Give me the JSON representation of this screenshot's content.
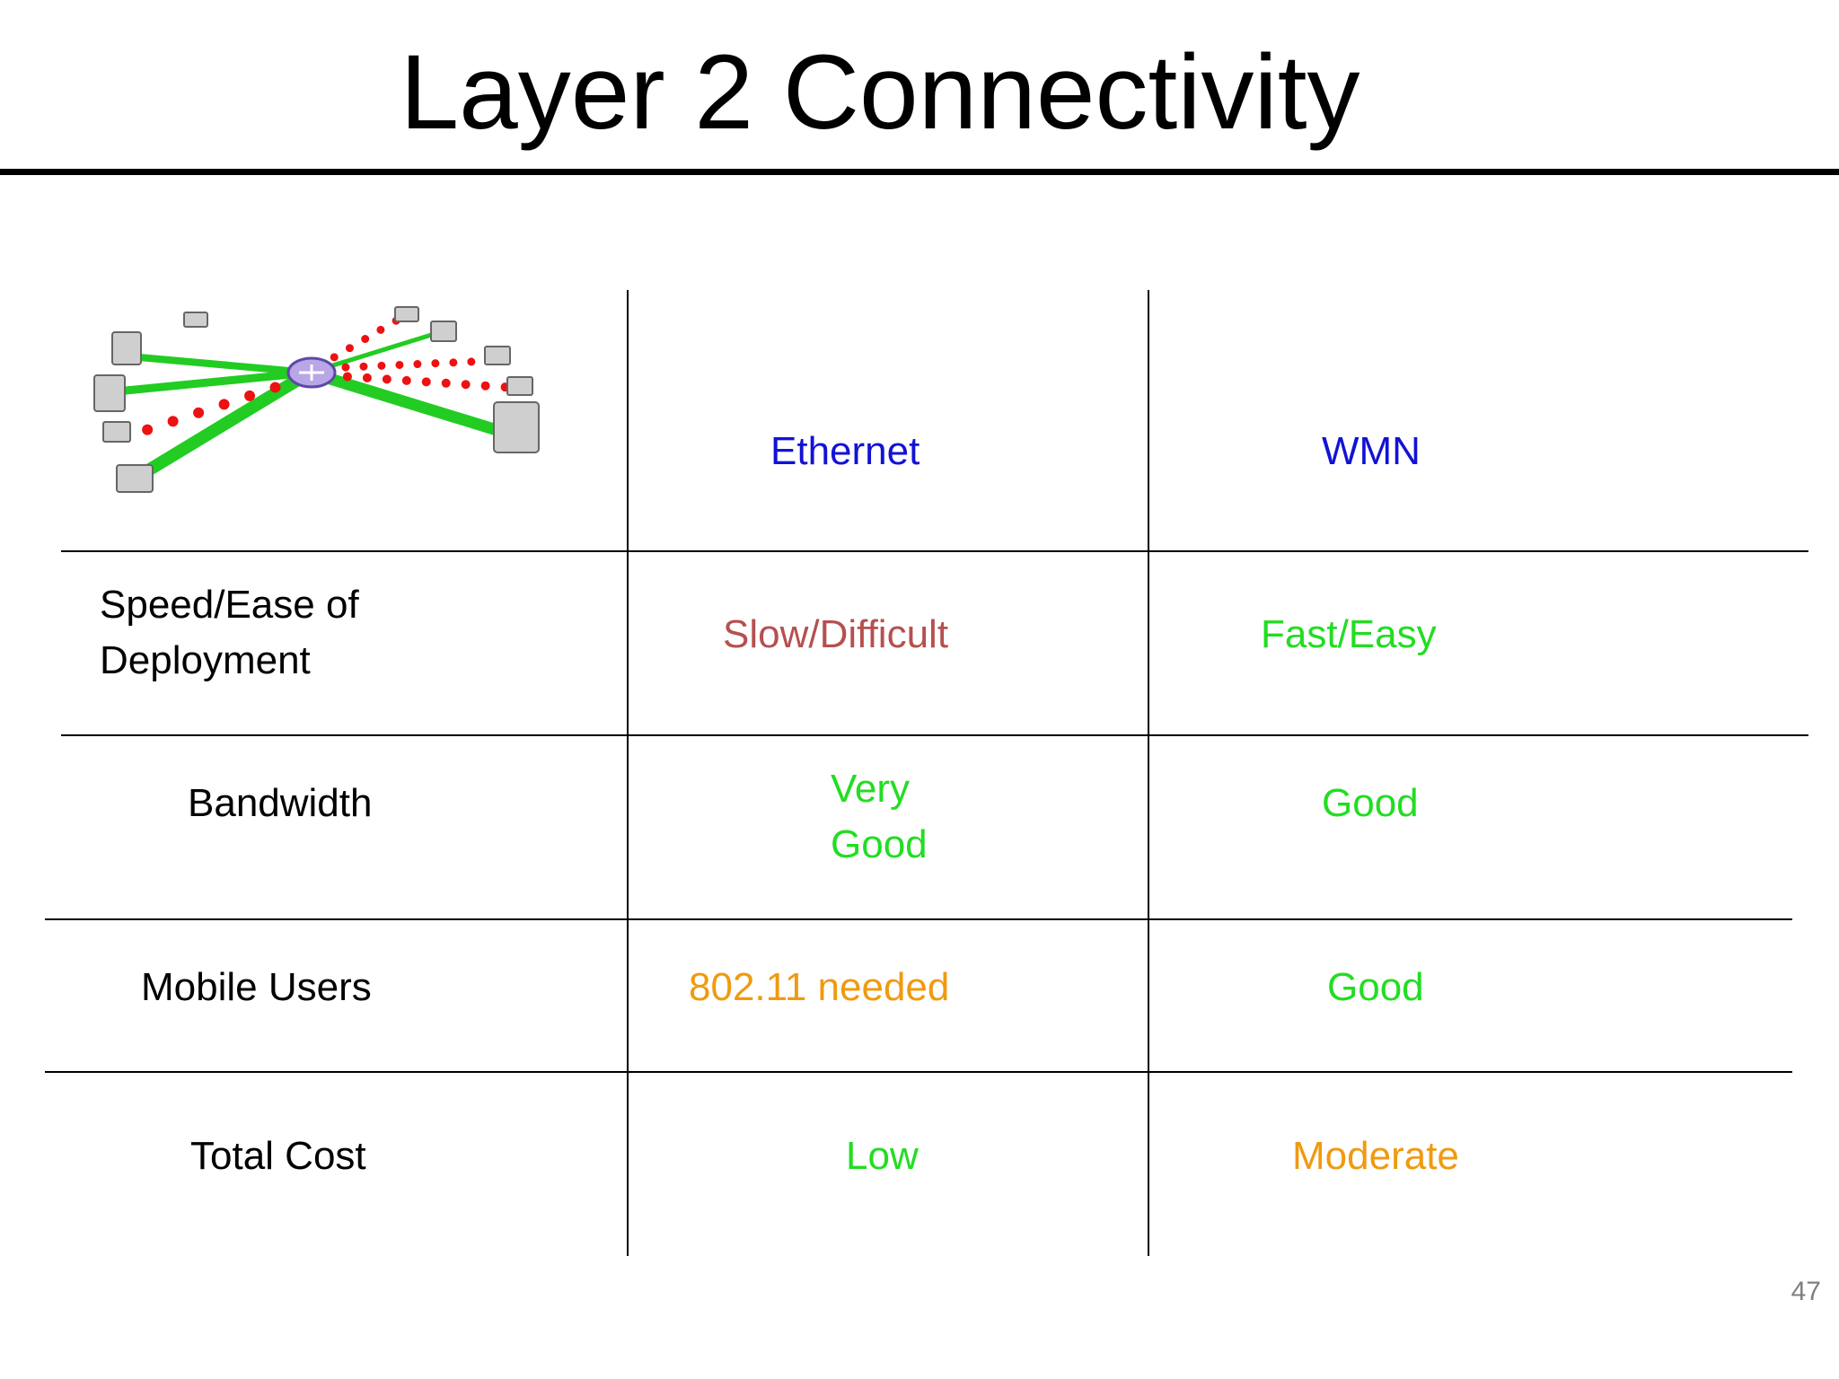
{
  "title": "Layer 2 Connectivity",
  "page_number": "47",
  "table": {
    "header": {
      "col1": "Ethernet",
      "col2": "WMN"
    },
    "rows": [
      {
        "label_line1": "Speed/Ease of",
        "label_line2": "Deployment",
        "ethernet": "Slow/Difficult",
        "wmn": "Fast/Easy"
      },
      {
        "label": "Bandwidth",
        "ethernet_line1": "Very",
        "ethernet_line2": "Good",
        "wmn": "Good"
      },
      {
        "label": "Mobile Users",
        "ethernet": "802.11 needed",
        "wmn": "Good"
      },
      {
        "label": "Total Cost",
        "ethernet": "Low",
        "wmn": "Moderate"
      }
    ]
  },
  "colors": {
    "header": "#1212d6",
    "slow": "#b5504f",
    "good": "#22dd22",
    "warning": "#f09a10",
    "label": "#000000"
  },
  "illustration": {
    "icon": "network-topology-icon",
    "wired_link_color": "#22cc22",
    "wireless_link_color": "#ee1111"
  }
}
